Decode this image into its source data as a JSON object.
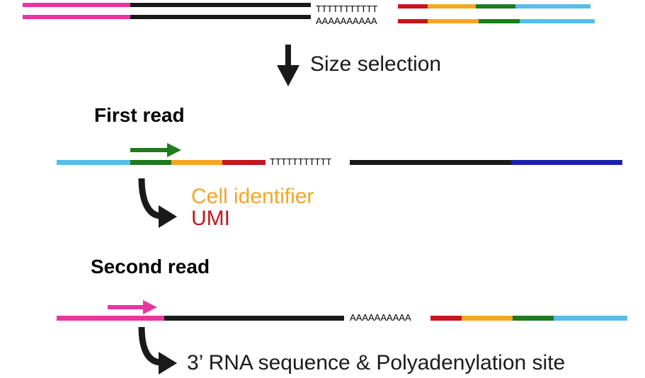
{
  "step_label": "Size selection",
  "first_read": {
    "title": "First read",
    "annotations": {
      "cell_identifier": "Cell identifier",
      "umi": "UMI"
    }
  },
  "second_read": {
    "title": "Second read",
    "annotation": "3’ RNA sequence & Polyadenylation site"
  },
  "sequences": {
    "polyT": "TTTTTTTTTTT",
    "polyA": "AAAAAAAAAA"
  },
  "colors": {
    "magenta": "#e8359f",
    "black": "#1a1a1a",
    "red": "#c4161c",
    "orange": "#f5a623",
    "green": "#1e7b1e",
    "light_blue": "#55bde8",
    "dark_blue": "#1a1fb0",
    "cell_identifier_text": "#f5a623",
    "umi_text": "#c4161c"
  }
}
